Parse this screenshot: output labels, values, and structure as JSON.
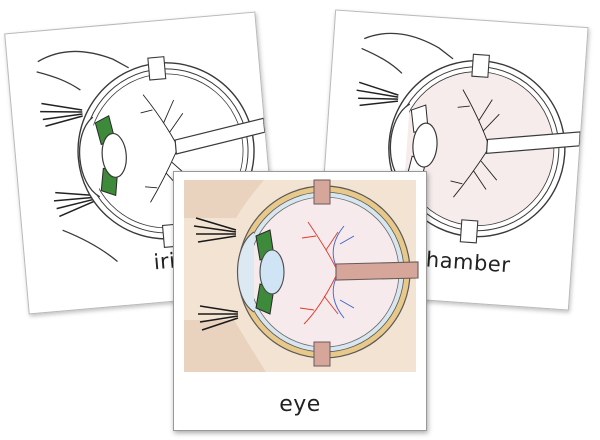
{
  "cards": [
    {
      "id": "iris",
      "label": "iris",
      "highlight_color": "#3c8a3a"
    },
    {
      "id": "chamber",
      "label": "chamber",
      "highlight_color": "#f4e6e6"
    },
    {
      "id": "eye",
      "label": "eye",
      "highlight_color": "#d9a79c"
    }
  ],
  "colors": {
    "outline": "#3a3a3a",
    "iris_green": "#3c8a3a",
    "chamber_pink": "#f6ecec",
    "eye_skin": "#f0dcc8",
    "eye_sclera": "#e8c98a",
    "eye_vessels_red": "#e03a2a",
    "eye_vessels_blue": "#3a5fd0",
    "eye_lens": "#cfe4f4",
    "eye_muscle": "#d7a69a"
  }
}
